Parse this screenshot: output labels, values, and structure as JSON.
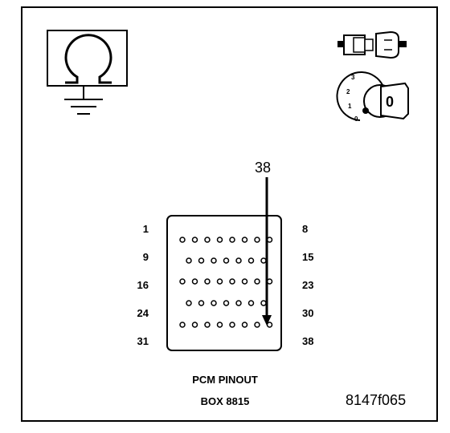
{
  "diagram": {
    "callout_pin": "38",
    "caption_title": "PCM PINOUT",
    "caption_box": "BOX 8815",
    "figure_id": "8147f065",
    "row_labels_left": [
      "1",
      "9",
      "16",
      "24",
      "31"
    ],
    "row_labels_right": [
      "8",
      "15",
      "23",
      "30",
      "38"
    ],
    "connector_rows": [
      {
        "first": "1",
        "last": "8",
        "pins": 8
      },
      {
        "first": "9",
        "last": "15",
        "pins": 7
      },
      {
        "first": "16",
        "last": "23",
        "pins": 8
      },
      {
        "first": "24",
        "last": "30",
        "pins": 7
      },
      {
        "first": "31",
        "last": "38",
        "pins": 8
      }
    ],
    "ignition_positions": [
      "3",
      "2",
      "1",
      "0"
    ],
    "ignition_key_label": "0",
    "symbols": {
      "ohmmeter": "ohmmeter-ground-icon",
      "disconnected_connector": "connector-disconnected-icon",
      "ignition_switch": "ignition-key-icon"
    }
  }
}
